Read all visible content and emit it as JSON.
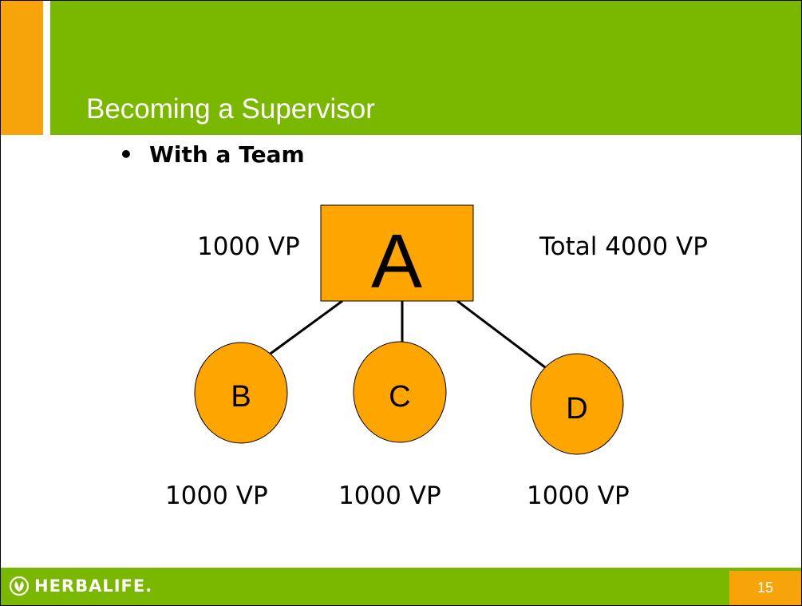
{
  "slide": {
    "title": "Becoming a Supervisor",
    "bullet": "With a Team",
    "page_number": "15"
  },
  "diagram": {
    "root": {
      "label": "A",
      "volume": "1000 VP"
    },
    "total": "Total 4000 VP",
    "children": [
      {
        "label": "B",
        "volume": "1000 VP"
      },
      {
        "label": "C",
        "volume": "1000 VP"
      },
      {
        "label": "D",
        "volume": "1000 VP"
      }
    ]
  },
  "footer": {
    "logo_text": "HERBALIFE."
  },
  "colors": {
    "green": "#7ab800",
    "orange": "#f7a30a",
    "node_fill": "#ffa500"
  }
}
